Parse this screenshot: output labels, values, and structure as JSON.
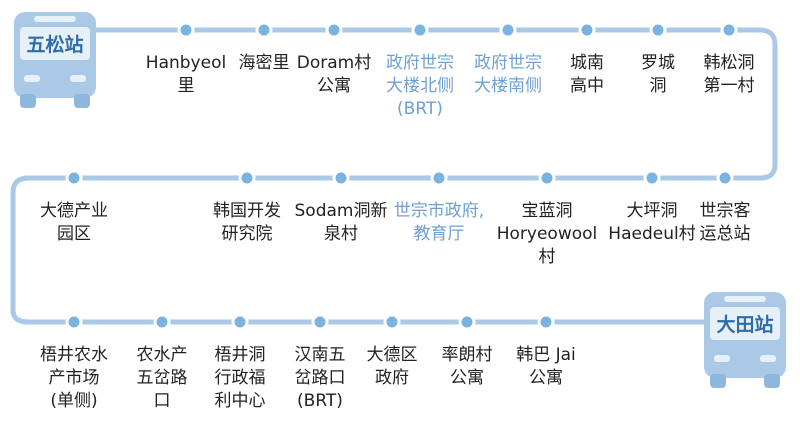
{
  "colors": {
    "route_line": "#a9c9e6",
    "stop_fill": "#7ab2e0",
    "bus_body": "#a9c9e6",
    "bus_window": "#e6f0f9",
    "bus_wheel": "#8db7dd",
    "text": "#222222",
    "brt_text": "#6fa0d2"
  },
  "terminals": {
    "start": {
      "name": "五松站",
      "icon": "bus-icon"
    },
    "end": {
      "name": "大田站",
      "icon": "bus-icon"
    }
  },
  "rows": [
    {
      "direction": "left-to-right",
      "stops": [
        {
          "label": "Hanbyeol\n里",
          "brt": false
        },
        {
          "label": "海密里",
          "brt": false
        },
        {
          "label": "Doram村\n公寓",
          "brt": false
        },
        {
          "label": "政府世宗\n大楼北侧\n(BRT)",
          "brt": true
        },
        {
          "label": "政府世宗\n大楼南侧",
          "brt": true
        },
        {
          "label": "城南\n高中",
          "brt": false
        },
        {
          "label": "罗城\n洞",
          "brt": false
        },
        {
          "label": "韩松洞\n第一村",
          "brt": false
        }
      ]
    },
    {
      "direction": "right-to-left",
      "stops": [
        {
          "label": "世宗客\n运总站",
          "brt": false
        },
        {
          "label": "大坪洞\nHaedeul村",
          "brt": false
        },
        {
          "label": "宝蓝洞\nHoryeowool\n村",
          "brt": false
        },
        {
          "label": "世宗市政府,\n教育厅",
          "brt": true
        },
        {
          "label": "Sodam洞新\n泉村",
          "brt": false
        },
        {
          "label": "韩国开发\n研究院",
          "brt": false
        },
        {
          "label": "大德产业\n园区",
          "brt": false
        }
      ]
    },
    {
      "direction": "left-to-right",
      "stops": [
        {
          "label": "梧井农水\n产市场\n(单侧)",
          "brt": false
        },
        {
          "label": "农水产\n五岔路\n口",
          "brt": false
        },
        {
          "label": "梧井洞\n行政福\n利中心",
          "brt": false
        },
        {
          "label": "汉南五\n岔路口\n(BRT)",
          "brt": false
        },
        {
          "label": "大德区\n政府",
          "brt": false
        },
        {
          "label": "率朗村\n公寓",
          "brt": false
        },
        {
          "label": "韩巴 Jai\n公寓",
          "brt": false
        }
      ]
    }
  ]
}
